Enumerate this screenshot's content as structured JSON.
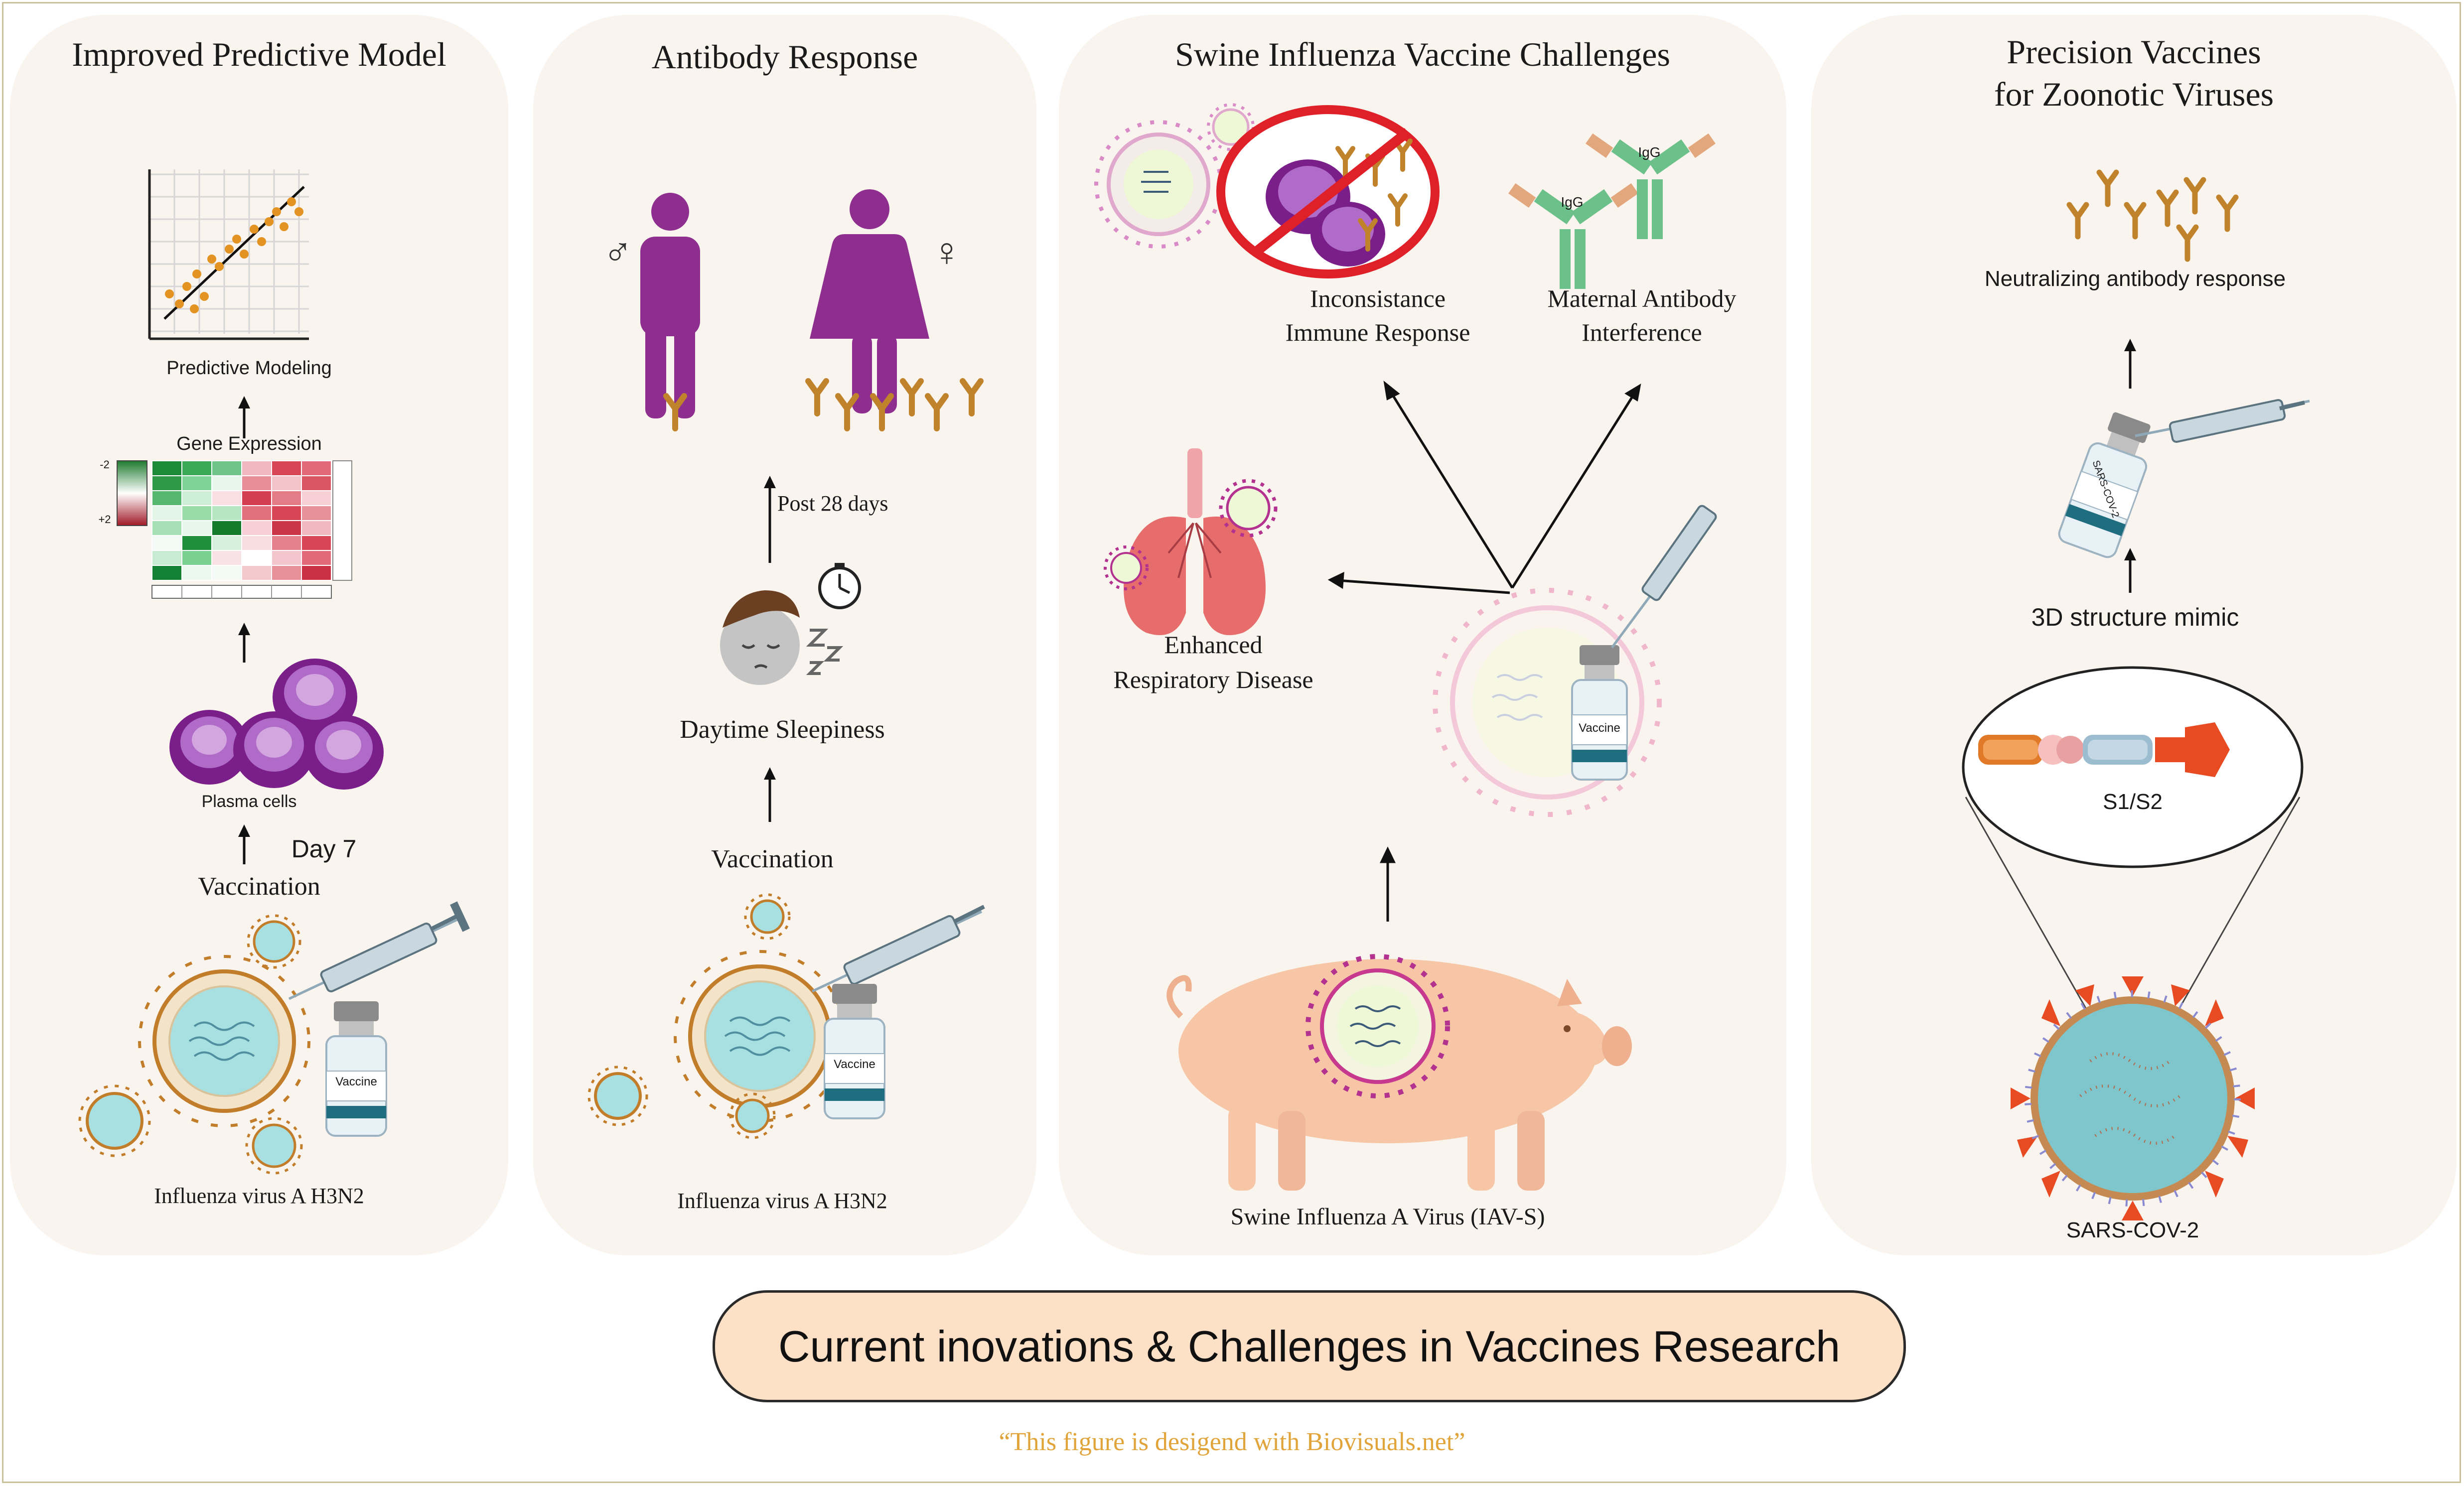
{
  "panels": {
    "p1": {
      "title": "Improved Predictive Model",
      "predictive_label": "Predictive Modeling",
      "gene_label": "Gene Expression",
      "scale_top": "-2",
      "scale_bottom": "+2",
      "plasma_label": "Plasma cells",
      "day_label": "Day 7",
      "vaccination_label": "Vaccination",
      "vial_label": "Vaccine",
      "virus_label": "Influenza virus A H3N2"
    },
    "p2": {
      "title": "Antibody Response",
      "male_symbol": "♂",
      "female_symbol": "♀",
      "post_label": "Post 28 days",
      "sleep_label": "Daytime Sleepiness",
      "vaccination_label": "Vaccination",
      "vial_label": "Vaccine",
      "virus_label": "Influenza virus A H3N2"
    },
    "p3": {
      "title": "Swine Influenza Vaccine Challenges",
      "inconsistency_line1": "Inconsistance",
      "inconsistency_line2": "Immune Response",
      "maternal_line1": "Maternal Antibody",
      "maternal_line2": "Interference",
      "igg_label": "IgG",
      "respiratory_line1": "Enhanced",
      "respiratory_line2": "Respiratory Disease",
      "vial_label": "Vaccine",
      "swine_label": "Swine Influenza A Virus (IAV-S)"
    },
    "p4": {
      "title_line1": "Precision Vaccines",
      "title_line2": "for Zoonotic Viruses",
      "neutralizing_label": "Neutralizing antibody response",
      "vial_label": "SARS-COV-2",
      "mimic_label": "3D structure mimic",
      "s1s2_label": "S1/S2",
      "sars_label": "SARS-COV-2"
    }
  },
  "banner": "Current inovations & Challenges in Vaccines Research",
  "credit": "“This figure is desigend with Biovisuals.net”",
  "colors": {
    "panel_bg": "#faf4ef",
    "banner_bg": "#fde0c6",
    "antibody": "#c0832c",
    "human": "#8e2e8f",
    "virus_core": "#a8dfe0",
    "spike": "#c27d2a",
    "credit": "#e0a43a",
    "no_sign": "#e02028"
  }
}
